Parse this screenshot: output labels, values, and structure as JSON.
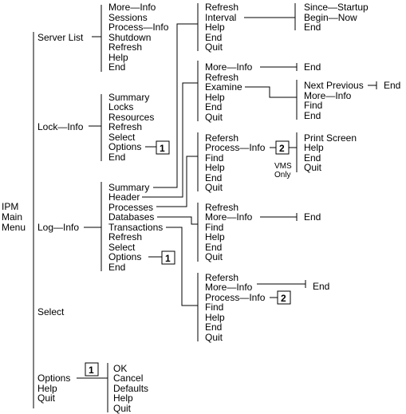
{
  "root": {
    "lines": [
      "IPM",
      "Main",
      "Menu"
    ]
  },
  "level1": [
    "Server List",
    "Lock—Info",
    "Log—Info",
    "Select",
    "Options",
    "Help",
    "Quit"
  ],
  "server_list": {
    "items": [
      "More—Info",
      "Sessions",
      "Process—Info",
      "Shutdown",
      "Refresh",
      "Help",
      "End"
    ],
    "more_info": [
      "Refresh",
      "Interval",
      "Help",
      "End",
      "Quit"
    ],
    "interval": [
      "Since—Startup",
      "Begin—Now",
      "End"
    ]
  },
  "lock_info": {
    "items": [
      "Summary",
      "Locks",
      "Resources",
      "Refresh",
      "Select",
      "Options",
      "End"
    ],
    "options_badge": "1"
  },
  "log_info": {
    "items": [
      "Summary",
      "Header",
      "Processes",
      "Databases",
      "Transactions",
      "Refresh",
      "Select",
      "Options",
      "End"
    ],
    "options_badge": "1"
  },
  "lock_branch": {
    "items": [
      "More—Info",
      "Refresh",
      "Examine",
      "Help",
      "End",
      "Quit"
    ],
    "more_end": "End",
    "examine": [
      "Next Previous",
      "More—Info",
      "Find",
      "End"
    ],
    "next_end": "End"
  },
  "processes_branch": {
    "items": [
      "Refersh",
      "Process—Info",
      "Find",
      "Help",
      "End",
      "Quit"
    ],
    "badge": "2",
    "note": [
      "VMS",
      "Only"
    ],
    "sub": [
      "Print Screen",
      "Help",
      "End",
      "Quit"
    ]
  },
  "databases_branch": {
    "items": [
      "Refresh",
      "More—Info",
      "Find",
      "Help",
      "End",
      "Quit"
    ],
    "more_end": "End"
  },
  "transactions_branch": {
    "items": [
      "Refersh",
      "More—Info",
      "Process—Info",
      "Find",
      "Help",
      "End",
      "Quit"
    ],
    "more_end": "End",
    "badge": "2"
  },
  "options_menu": {
    "badge": "1",
    "items": [
      "OK",
      "Cancel",
      "Defaults",
      "Help",
      "Quit"
    ]
  }
}
